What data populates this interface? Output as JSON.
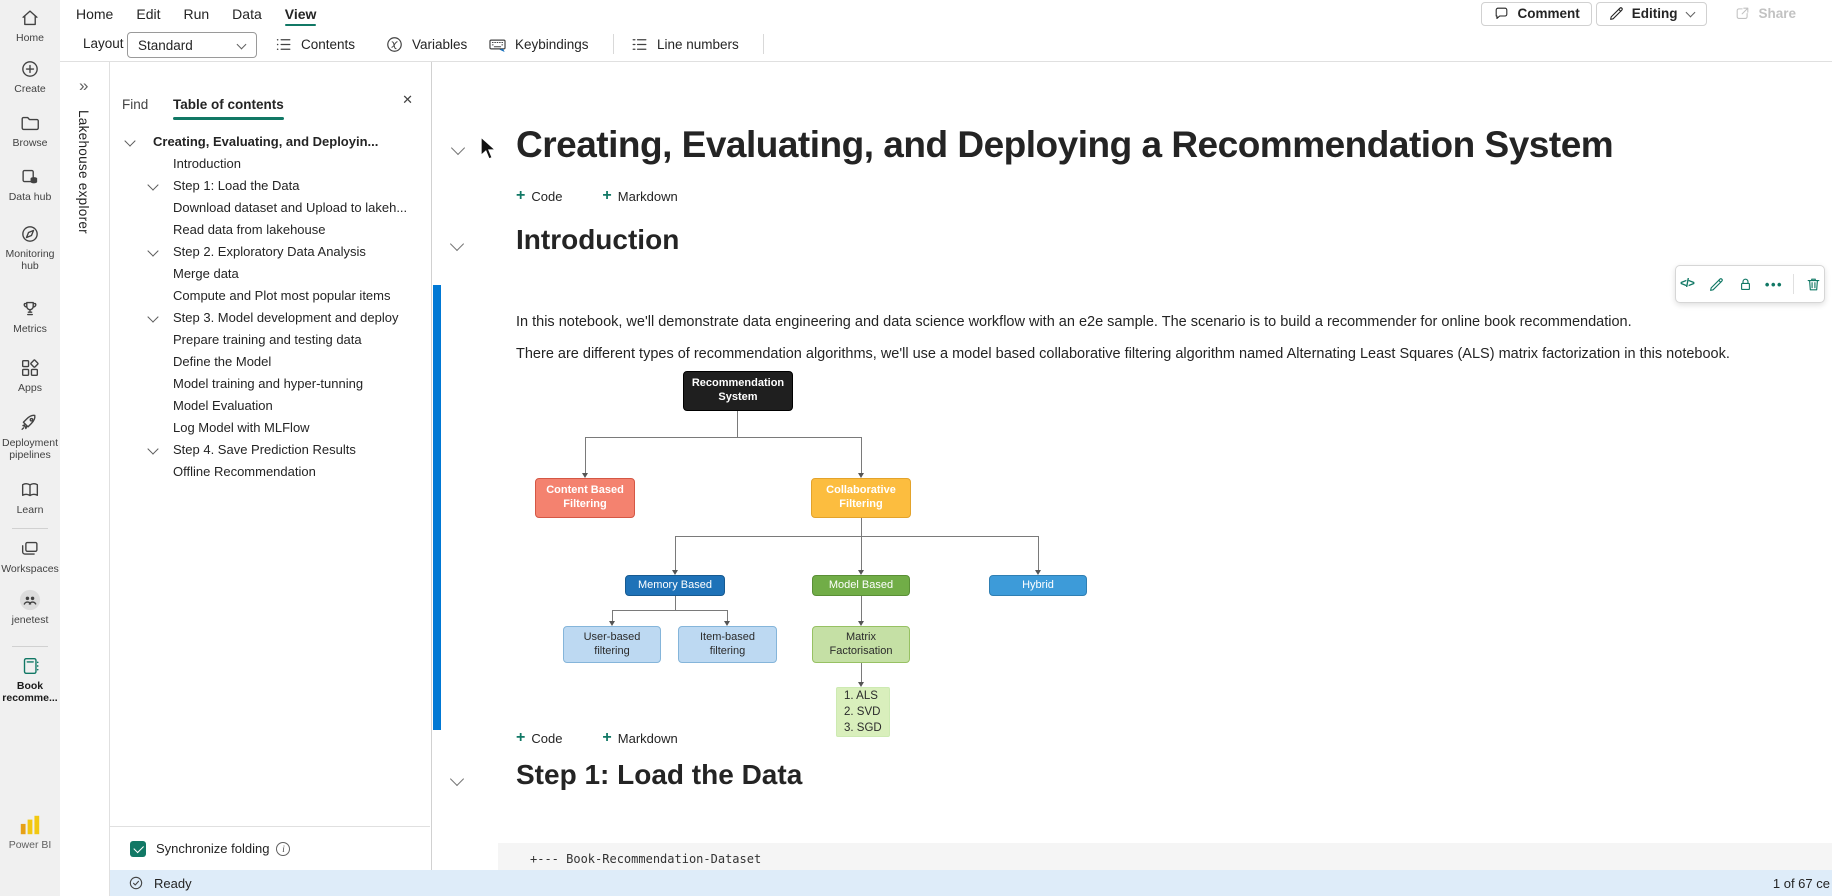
{
  "colors": {
    "accent": "#117865",
    "selection_blue": "#0078d4",
    "statusbar_bg": "#deecf9",
    "powerbi_yellow": "#f2c811"
  },
  "rail": {
    "items": [
      {
        "id": "home",
        "label": "Home",
        "icon": "home-icon"
      },
      {
        "id": "create",
        "label": "Create",
        "icon": "plus-circle-icon"
      },
      {
        "id": "browse",
        "label": "Browse",
        "icon": "folder-icon"
      },
      {
        "id": "data-hub",
        "label": "Data hub",
        "icon": "data-hub-icon"
      },
      {
        "id": "monitoring-hub",
        "label": "Monitoring hub",
        "icon": "monitoring-hub-icon"
      },
      {
        "id": "metrics",
        "label": "Metrics",
        "icon": "metrics-trophy-icon"
      },
      {
        "id": "apps",
        "label": "Apps",
        "icon": "apps-grid-icon"
      },
      {
        "id": "deployment-pipelines",
        "label": "Deployment pipelines",
        "icon": "rocket-icon"
      },
      {
        "id": "learn",
        "label": "Learn",
        "icon": "learn-book-icon"
      },
      {
        "id": "workspaces",
        "label": "Workspaces",
        "icon": "workspaces-icon"
      },
      {
        "id": "jenetest",
        "label": "jenetest",
        "icon": "people-avatar-icon"
      },
      {
        "id": "book-notebook",
        "label": "Book recomme...",
        "icon": "notebook-icon",
        "active": true
      }
    ],
    "powerbi_label": "Power BI",
    "powerbi_icon": "powerbi-logo-icon"
  },
  "menubar": {
    "items": [
      {
        "label": "Home"
      },
      {
        "label": "Edit"
      },
      {
        "label": "Run"
      },
      {
        "label": "Data"
      },
      {
        "label": "View",
        "active": true
      }
    ],
    "comment_label": "Comment",
    "editing_label": "Editing",
    "share_label": "Share"
  },
  "toolbar": {
    "layout_label": "Layout",
    "layout_value": "Standard",
    "buttons": [
      {
        "id": "contents",
        "label": "Contents",
        "icon": "contents-list-icon"
      },
      {
        "id": "variables",
        "label": "Variables",
        "icon": "variables-icon"
      },
      {
        "id": "keybindings",
        "label": "Keybindings",
        "icon": "keyboard-icon"
      },
      {
        "id": "line-numbers",
        "label": "Line numbers",
        "icon": "line-numbers-icon"
      }
    ]
  },
  "explorer_strip": {
    "title": "Lakehouse explorer"
  },
  "toc_panel": {
    "tabs": [
      {
        "label": "Find"
      },
      {
        "label": "Table of contents",
        "active": true
      }
    ],
    "items": [
      {
        "label": "Creating, Evaluating, and Deployin...",
        "level": 1,
        "chevron": true,
        "bold": true
      },
      {
        "label": "Introduction",
        "level": 2,
        "chevron": false
      },
      {
        "label": "Step 1: Load the Data",
        "level": 2,
        "chevron": true
      },
      {
        "label": "Download dataset and Upload to lakeh...",
        "level": 2,
        "chevron": false
      },
      {
        "label": "Read data from lakehouse",
        "level": 2,
        "chevron": false
      },
      {
        "label": "Step 2. Exploratory Data Analysis",
        "level": 2,
        "chevron": true
      },
      {
        "label": "Merge data",
        "level": 2,
        "chevron": false
      },
      {
        "label": "Compute and Plot most popular items",
        "level": 2,
        "chevron": false
      },
      {
        "label": "Step 3. Model development and deploy",
        "level": 2,
        "chevron": true
      },
      {
        "label": "Prepare training and testing data",
        "level": 2,
        "chevron": false
      },
      {
        "label": "Define the Model",
        "level": 2,
        "chevron": false
      },
      {
        "label": "Model training and hyper-tunning",
        "level": 2,
        "chevron": false
      },
      {
        "label": "Model Evaluation",
        "level": 2,
        "chevron": false
      },
      {
        "label": "Log Model with MLFlow",
        "level": 2,
        "chevron": false
      },
      {
        "label": "Step 4. Save Prediction Results",
        "level": 2,
        "chevron": true
      },
      {
        "label": "Offline Recommendation",
        "level": 2,
        "chevron": false
      }
    ],
    "sync_label": "Synchronize folding"
  },
  "notebook": {
    "title": "Creating, Evaluating, and Deploying a Recommendation System",
    "add_code": "Code",
    "add_markdown": "Markdown",
    "intro_heading": "Introduction",
    "step1_heading": "Step 1: Load the Data",
    "paragraph1": "In this notebook, we'll demonstrate data engineering and data science workflow with an e2e sample. The scenario is to build a recommender for online book recommendation.",
    "paragraph2": "There are different types of recommendation algorithms, we'll use a model based collaborative filtering algorithm named Alternating Least Squares (ALS) matrix factorization in this notebook.",
    "code_preview": "+--- Book-Recommendation-Dataset"
  },
  "flowchart": {
    "nodes": [
      {
        "id": "rec",
        "label": "Recommendation System",
        "bg": "#1f1f1f",
        "fg": "#ffffff",
        "border": "#000000",
        "bold": true
      },
      {
        "id": "cbf",
        "label": "Content Based Filtering",
        "bg": "#f4826f",
        "fg": "#ffffff",
        "border": "#d45745",
        "bold": true
      },
      {
        "id": "cf",
        "label": "Collaborative Filtering",
        "bg": "#fcbd3f",
        "fg": "#ffffff",
        "border": "#e3a32b",
        "bold": true
      },
      {
        "id": "mem",
        "label": "Memory Based",
        "bg": "#1e72b8",
        "fg": "#ffffff",
        "border": "#175a91"
      },
      {
        "id": "mod",
        "label": "Model Based",
        "bg": "#71ad47",
        "fg": "#ffffff",
        "border": "#5a8f36"
      },
      {
        "id": "hyb",
        "label": "Hybrid",
        "bg": "#3d9bd9",
        "fg": "#ffffff",
        "border": "#2f7fb3"
      },
      {
        "id": "ubf",
        "label": "User-based filtering",
        "bg": "#bdd9f2",
        "fg": "#2b2b2b",
        "border": "#85b5da"
      },
      {
        "id": "ibf",
        "label": "Item-based filtering",
        "bg": "#bdd9f2",
        "fg": "#2b2b2b",
        "border": "#85b5da"
      },
      {
        "id": "mf",
        "label": "Matrix Factorisation",
        "bg": "#c5e0a5",
        "fg": "#2b2b2b",
        "border": "#97c163"
      },
      {
        "id": "als",
        "label": "1. ALS 2. SVD 3. SGD",
        "lines": [
          "1. ALS",
          "2. SVD",
          "3. SGD"
        ],
        "bg": "#d9efbc",
        "fg": "#2b2b2b",
        "border": "#cdeab2"
      }
    ]
  },
  "statusbar": {
    "ready": "Ready",
    "cells": "1 of 67 ce"
  }
}
